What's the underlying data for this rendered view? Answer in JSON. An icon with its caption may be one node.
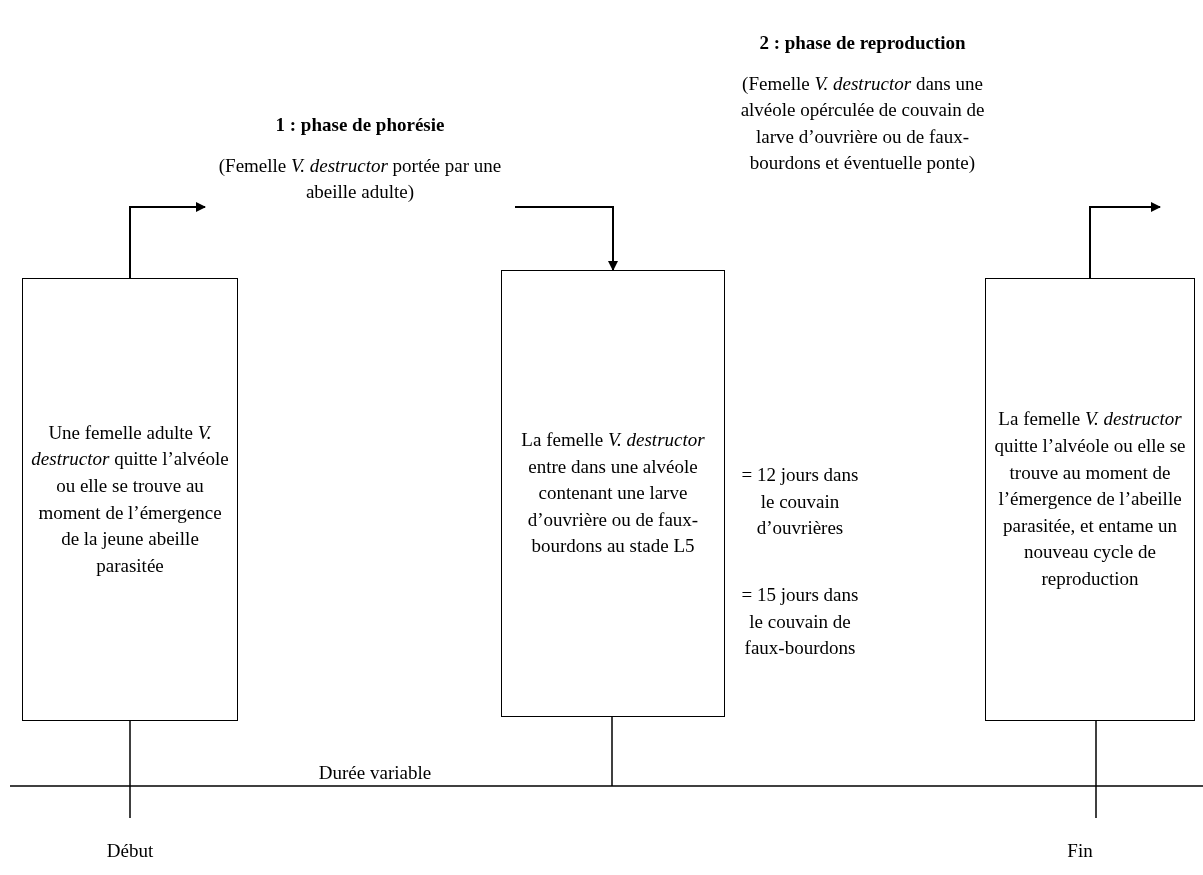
{
  "diagram": {
    "nodes": [
      {
        "text": [
          "Une femelle adulte *V. destructor* quitte l’alvéole ou elle se trouve au moment de l’émergence de la jeune abeille parasitée"
        ]
      },
      {
        "text": [
          "1 : phase de phorésie",
          "(Femelle *V. destructor* portée par une abeille adulte)"
        ]
      },
      {
        "text": [
          "La femelle *V. destructor* entre dans une alvéole contenant une larve d’ouvrière ou de faux-bourdons au stade L5"
        ]
      },
      {
        "text": [
          "2 : phase de reproduction",
          "(Femelle *V. destructor* dans une alvéole opérculée de couvain de larve d’ouvrière ou de faux-bourdons et éventuelle ponte)"
        ]
      },
      {
        "text": [
          "La femelle *V. destructor* quitte l’alvéole ou elle se trouve au moment de l’émergence de l’abeille parasitée, et entame un nouveau cycle de reproduction"
        ]
      }
    ],
    "edges": [
      {
        "from": 0,
        "to": 1,
        "arrow": "to"
      },
      {
        "from": 1,
        "to": 2,
        "arrow": "to"
      },
      {
        "from": 4,
        "to": null,
        "arrow": "to"
      }
    ],
    "labels": [
      "Durée variable",
      "= 12 jours dans le couvain d’ouvrières",
      "= 15 jours dans le couvain de faux-bourdons",
      "Début",
      "Fin"
    ]
  }
}
